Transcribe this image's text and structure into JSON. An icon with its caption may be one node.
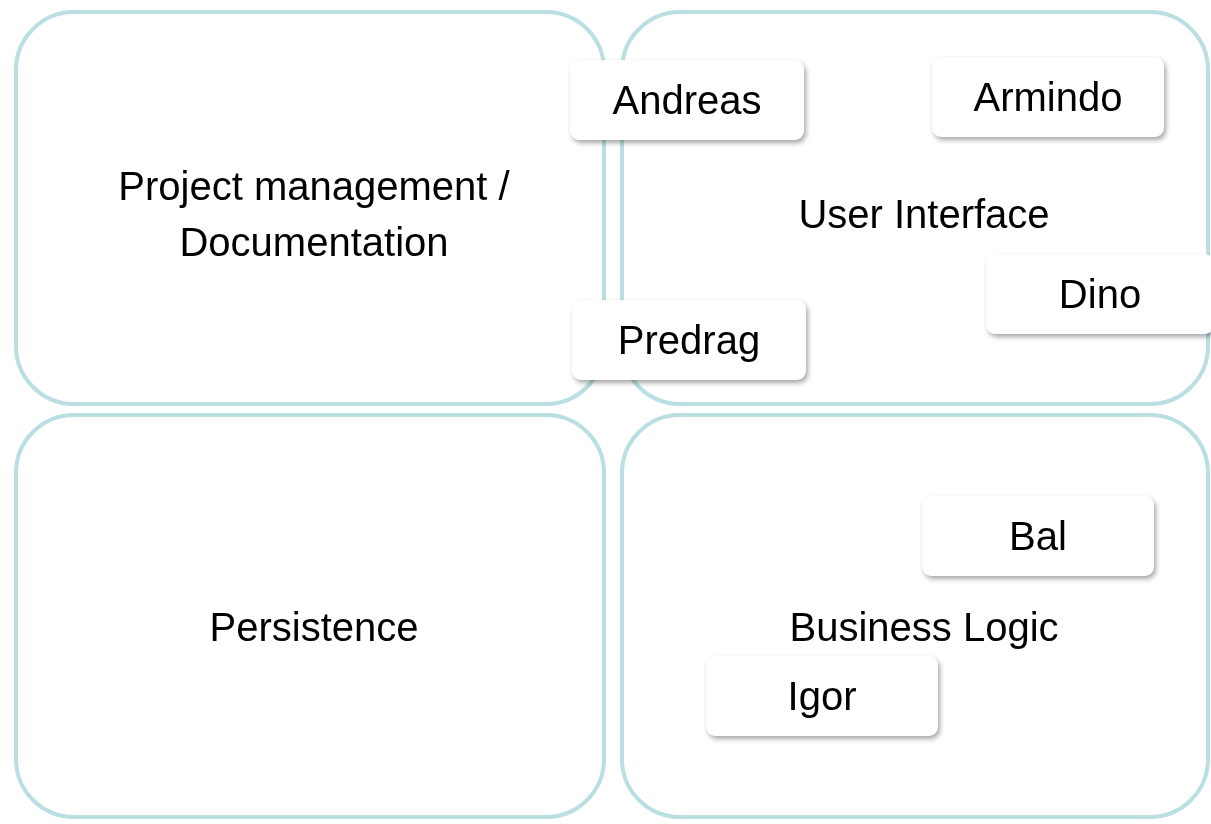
{
  "diagram": {
    "nodes": [
      {
        "text": [
          "Project management / Documentation"
        ]
      },
      {
        "text": [
          "User Interface"
        ]
      },
      {
        "text": [
          "Andreas"
        ]
      },
      {
        "text": [
          "Armindo"
        ],
        "in": 1
      },
      {
        "text": [
          "Dino"
        ],
        "in": 1
      },
      {
        "text": [
          "Predrag"
        ]
      },
      {
        "text": [
          "Persistence"
        ]
      },
      {
        "text": [
          "Business Logic"
        ]
      },
      {
        "text": [
          "Bal"
        ],
        "in": 7
      },
      {
        "text": [
          "Igor"
        ],
        "in": 7
      }
    ]
  }
}
